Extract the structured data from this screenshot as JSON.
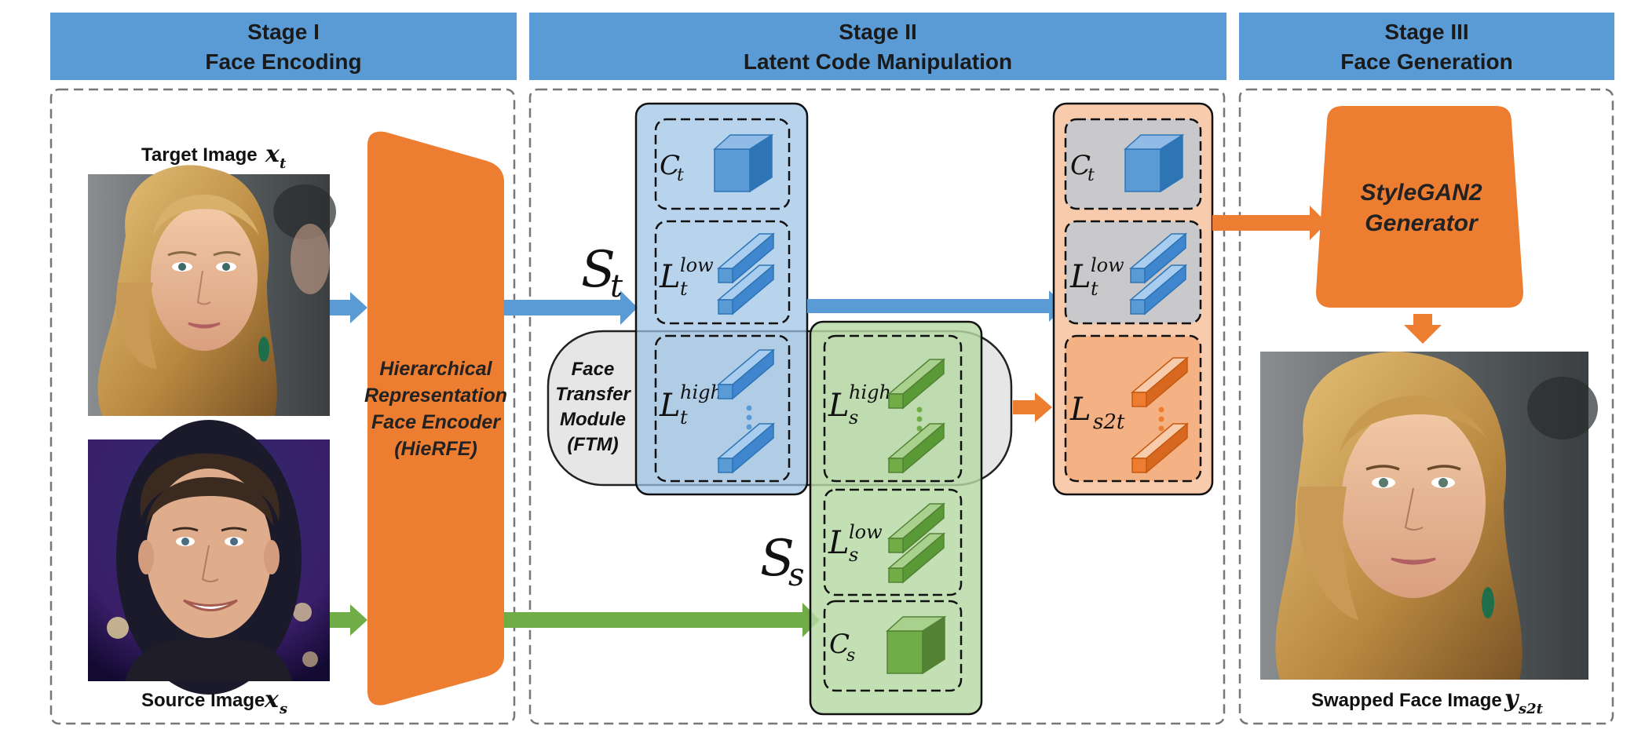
{
  "stages": [
    {
      "line1": "Stage I",
      "line2": "Face Encoding"
    },
    {
      "line1": "Stage II",
      "line2": "Latent Code Manipulation"
    },
    {
      "line1": "Stage III",
      "line2": "Face Generation"
    }
  ],
  "inputs": {
    "target_label": "Target Image",
    "target_symbol": "x",
    "target_sub": "t",
    "source_label": "Source Image",
    "source_symbol": "x",
    "source_sub": "s"
  },
  "encoder": {
    "lines": [
      "Hierarchical",
      "Representation",
      "Face Encoder",
      "(HieRFE)"
    ]
  },
  "ftm": {
    "lines": [
      "Face",
      "Transfer",
      "Module",
      "(FTM)"
    ]
  },
  "latents": {
    "St": {
      "base": "S",
      "sub": "t"
    },
    "Ss": {
      "base": "S",
      "sub": "s"
    },
    "Ct": {
      "base": "C",
      "sub": "t"
    },
    "Lt_low": {
      "base": "L",
      "sup": "low",
      "sub": "t"
    },
    "Lt_high": {
      "base": "L",
      "sup": "high",
      "sub": "t"
    },
    "Ls_high": {
      "base": "L",
      "sup": "high",
      "sub": "s"
    },
    "Ls_low": {
      "base": "L",
      "sup": "low",
      "sub": "s"
    },
    "Cs": {
      "base": "C",
      "sub": "s"
    },
    "Ls2t": {
      "base": "L",
      "sub": "s2t"
    }
  },
  "generator": {
    "lines": [
      "StyleGAN2",
      "Generator"
    ]
  },
  "output": {
    "label": "Swapped Face Image",
    "symbol": "y",
    "sub": "s2t"
  },
  "colors": {
    "header": "#5b9bd5",
    "blue": "#5b9bd5",
    "green": "#70ad47",
    "orange": "#ed7d31",
    "blue_panel": "#9dc3e6",
    "green_panel": "#b5d9a4",
    "orange_panel": "#f4b183",
    "grey_panel": "#e7e6e6"
  },
  "icons": [
    "face-photo-target",
    "face-photo-source",
    "face-photo-swapped",
    "cube-icon",
    "bar-icon"
  ]
}
